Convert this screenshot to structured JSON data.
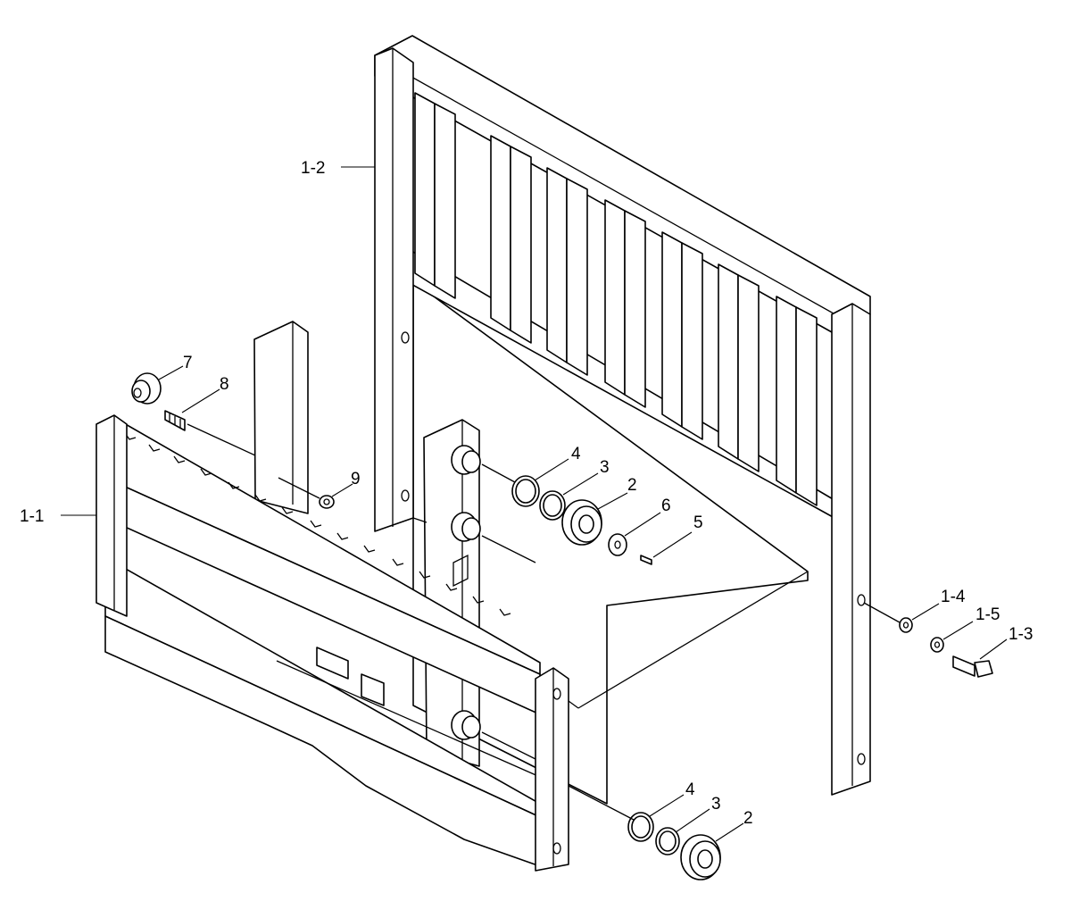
{
  "callouts": {
    "backrest": "1-2",
    "carriage": "1-1",
    "bolt": "1-3",
    "washer_a": "1-4",
    "washer_b": "1-5",
    "roller_upper": "2",
    "roller_lower": "2",
    "shim_a_upper": "3",
    "shim_a_lower": "3",
    "shim_b_upper": "4",
    "shim_b_lower": "4",
    "screw": "5",
    "retainer_washer": "6",
    "side_roller": "7",
    "adjust_bolt": "8",
    "nut": "9"
  }
}
